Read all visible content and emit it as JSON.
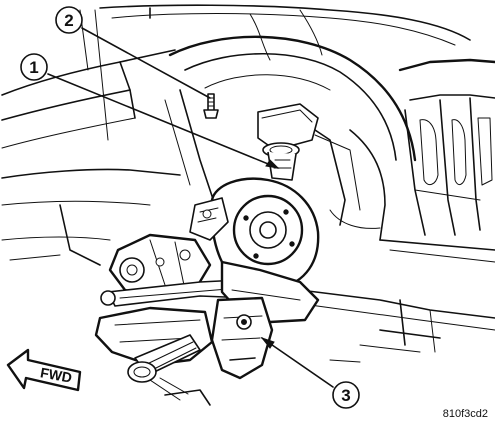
{
  "callouts": [
    {
      "id": "1",
      "label": "1"
    },
    {
      "id": "2",
      "label": "2"
    },
    {
      "id": "3",
      "label": "3"
    }
  ],
  "fwd_label": "FWD",
  "figure_code": "810f3cd2",
  "colors": {
    "ink": "#111111",
    "paper": "#ffffff"
  }
}
